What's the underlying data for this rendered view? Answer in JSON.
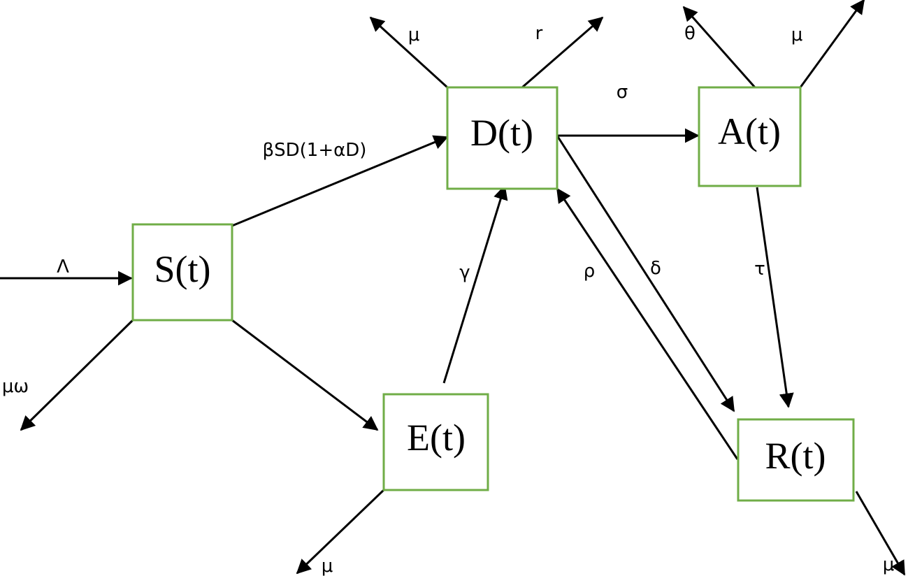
{
  "nodes": {
    "S": {
      "label": "S(t)"
    },
    "D": {
      "label": "D(t)"
    },
    "A": {
      "label": "A(t)"
    },
    "E": {
      "label": "E(t)"
    },
    "R": {
      "label": "R(t)"
    }
  },
  "edges": {
    "recruitment": "Λ",
    "s_death": "μω",
    "s_to_d": "βSD(1+αD)",
    "d_death": "μ",
    "d_removal": "r",
    "d_to_a": "σ",
    "a_removal": "θ",
    "a_death": "μ",
    "e_to_d": "γ",
    "e_death": "μ",
    "r_to_d": "ρ",
    "d_to_r": "δ",
    "a_to_r": "τ",
    "r_death": "μ"
  },
  "colors": {
    "box_border": "#70ad47",
    "arrow": "#000000"
  }
}
